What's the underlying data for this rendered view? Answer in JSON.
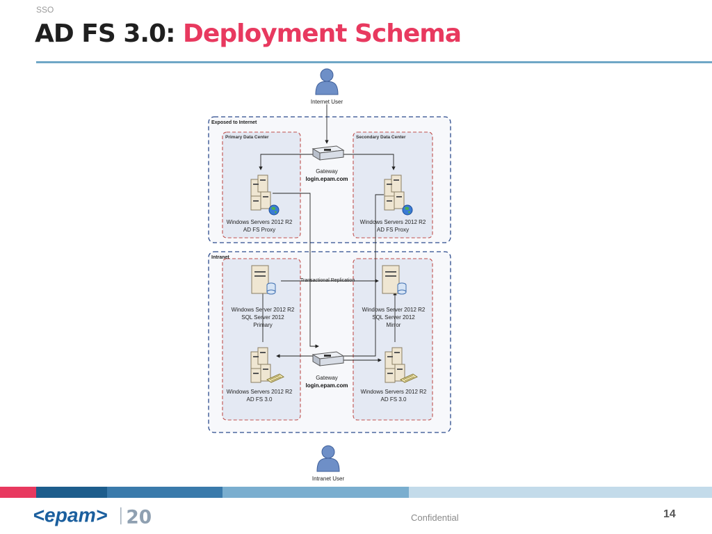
{
  "header": {
    "section": "SSO",
    "title_part1": "AD FS 3.0:",
    "title_part2": "Deployment Schema"
  },
  "diagram": {
    "zones": {
      "exposed": "Exposed to Internet",
      "intranet": "Intranet",
      "primary_dc": "Primary Data Center",
      "secondary_dc": "Secondary Data Center"
    },
    "internet_user": "Internet User",
    "intranet_user": "Intranet User",
    "gateway_top": {
      "line1": "Gateway",
      "line2": "login.epam.com"
    },
    "gateway_bottom": {
      "line1": "Gateway",
      "line2": "login.epam.com"
    },
    "proxy_left": {
      "line1": "Windows Servers 2012 R2",
      "line2": "AD FS Proxy"
    },
    "proxy_right": {
      "line1": "Windows Servers 2012 R2",
      "line2": "AD FS Proxy"
    },
    "sql_left": {
      "line1": "Windows Server 2012 R2",
      "line2": "SQL Server 2012",
      "line3": "Primary"
    },
    "sql_right": {
      "line1": "Windows Server 2012 R2",
      "line2": "SQL Server 2012",
      "line3": "Mirror"
    },
    "adfs_left": {
      "line1": "Windows Servers 2012 R2",
      "line2": "AD FS 3.0"
    },
    "adfs_right": {
      "line1": "Windows Servers 2012 R2",
      "line2": "AD FS 3.0"
    },
    "replication": "Transactional Replication"
  },
  "footer": {
    "logo_text": "<epam>",
    "logo_years": "20",
    "confidential": "Confidential",
    "page": "14"
  },
  "colors": {
    "accent": "#e8395f",
    "rule": "#6fa7c6",
    "zone_blue": "#2b4a8c",
    "zone_red": "#c0504d",
    "logo_blue": "#1b5f9e"
  }
}
